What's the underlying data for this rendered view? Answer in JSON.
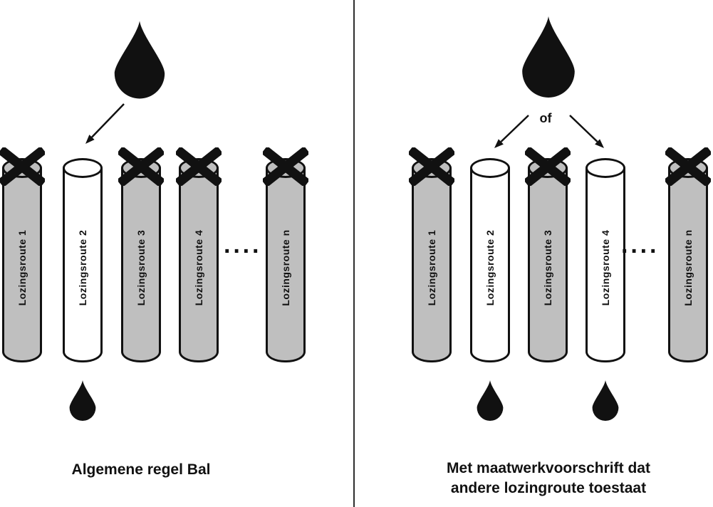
{
  "panels": [
    {
      "caption_lines": [
        "Algemene regel Bal"
      ],
      "dots": "····",
      "pipes": [
        {
          "label": "Lozingsroute 1",
          "state": "blocked"
        },
        {
          "label": "Lozingsroute 2",
          "state": "open"
        },
        {
          "label": "Lozingsroute 3",
          "state": "blocked"
        },
        {
          "label": "Lozingsroute 4",
          "state": "blocked"
        },
        {
          "label": "Lozingsroute n",
          "state": "blocked"
        }
      ]
    },
    {
      "caption_lines": [
        "Met maatwerkvoorschrift dat",
        "andere lozingroute toestaat"
      ],
      "of_label": "of",
      "dots": "····",
      "pipes": [
        {
          "label": "Lozingsroute 1",
          "state": "blocked"
        },
        {
          "label": "Lozingsroute 2",
          "state": "open"
        },
        {
          "label": "Lozingsroute 3",
          "state": "blocked"
        },
        {
          "label": "Lozingsroute 4",
          "state": "open"
        },
        {
          "label": "Lozingsroute n",
          "state": "blocked"
        }
      ]
    }
  ],
  "colors": {
    "ink": "#111111",
    "pipe_fill": "#bfbfbf",
    "pipe_open_fill": "#ffffff",
    "divider": "#2e2e2e"
  }
}
